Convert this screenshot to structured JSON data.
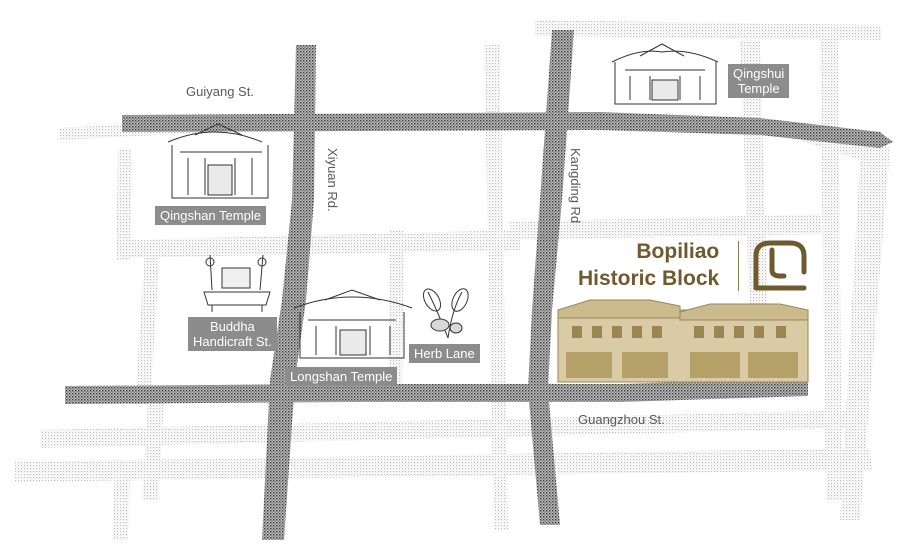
{
  "streets": {
    "guiyang": "Guiyang St.",
    "xiyuan": "Xiyuan Rd.",
    "kangding": "Kangding Rd",
    "guangzhou": "Guangzhou St."
  },
  "landmarks": {
    "qingshui": [
      "Qingshui",
      "Temple"
    ],
    "qingshan": "Qingshan Temple",
    "buddha": [
      "Buddha",
      "Handicraft St."
    ],
    "longshan": "Longshan Temple",
    "herb": "Herb Lane"
  },
  "brand": {
    "line1": "Bopiliao",
    "line2": "Historic Block",
    "color": "#6e5a2a",
    "logo_icon": "bopiliao-logo-icon"
  },
  "colors": {
    "major_road": "#6b6b6b",
    "minor_road": "#cfcfcf",
    "label_bg": "#8c8c8c",
    "gold": "#b9a46c"
  }
}
